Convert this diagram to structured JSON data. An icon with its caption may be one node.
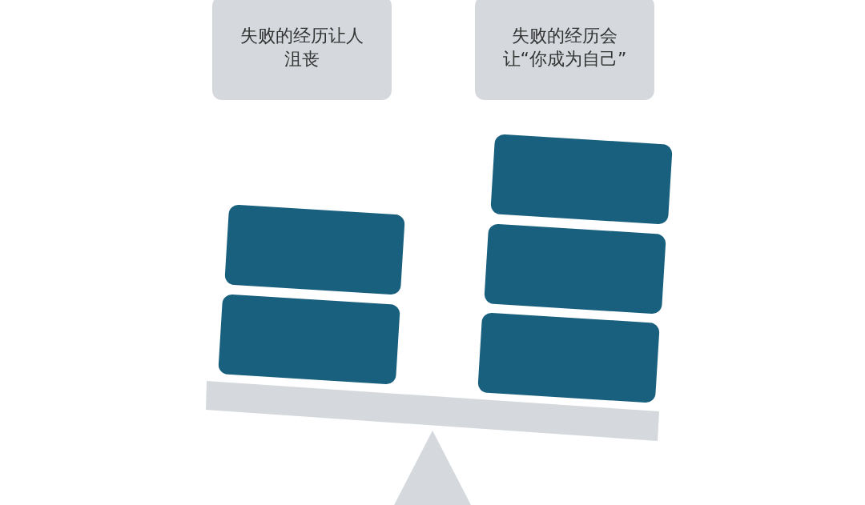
{
  "diagram": {
    "nodes": [
      {
        "text": [
          "失败的经历让人沮丧"
        ]
      },
      {
        "text": [
          "失败的经历会让“你成为自己”"
        ]
      },
      {
        "text": [],
        "shape": "box"
      },
      {
        "text": [],
        "shape": "box"
      },
      {
        "text": [],
        "shape": "box"
      },
      {
        "text": [],
        "shape": "box"
      },
      {
        "text": [],
        "shape": "box"
      }
    ]
  }
}
